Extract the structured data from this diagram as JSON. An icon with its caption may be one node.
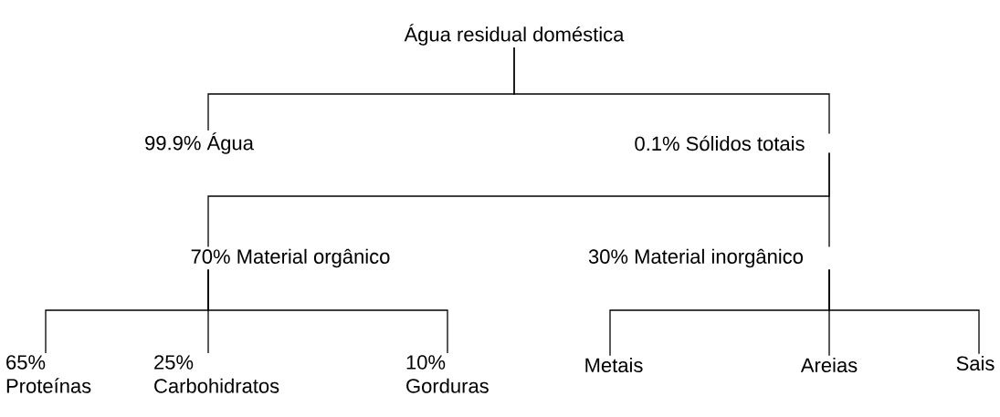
{
  "diagram": {
    "nodes": [
      {
        "text": [
          "Água residual doméstica"
        ]
      },
      {
        "text": [
          "99.9% Água"
        ]
      },
      {
        "text": [
          "0.1% Sólidos totais"
        ]
      },
      {
        "text": [
          "70% Material orgânico"
        ]
      },
      {
        "text": [
          "30% Material inorgânico"
        ]
      },
      {
        "text": [
          "65% Proteínas"
        ]
      },
      {
        "text": [
          "25% Carbohidratos"
        ]
      },
      {
        "text": [
          "10% Gorduras"
        ]
      },
      {
        "text": [
          "Metais"
        ]
      },
      {
        "text": [
          "Areias"
        ]
      },
      {
        "text": [
          "Sais"
        ]
      }
    ],
    "edges": [
      {
        "from": 0,
        "to": 1,
        "arrow": "none"
      },
      {
        "from": 0,
        "to": 2,
        "arrow": "none"
      },
      {
        "from": 2,
        "to": 3,
        "arrow": "none"
      },
      {
        "from": 2,
        "to": 4,
        "arrow": "none"
      },
      {
        "from": 3,
        "to": 5,
        "arrow": "none"
      },
      {
        "from": 3,
        "to": 6,
        "arrow": "none"
      },
      {
        "from": 3,
        "to": 7,
        "arrow": "none"
      },
      {
        "from": 4,
        "to": 8,
        "arrow": "none"
      },
      {
        "from": 4,
        "to": 9,
        "arrow": "none"
      },
      {
        "from": 4,
        "to": 10,
        "arrow": "none"
      }
    ]
  }
}
